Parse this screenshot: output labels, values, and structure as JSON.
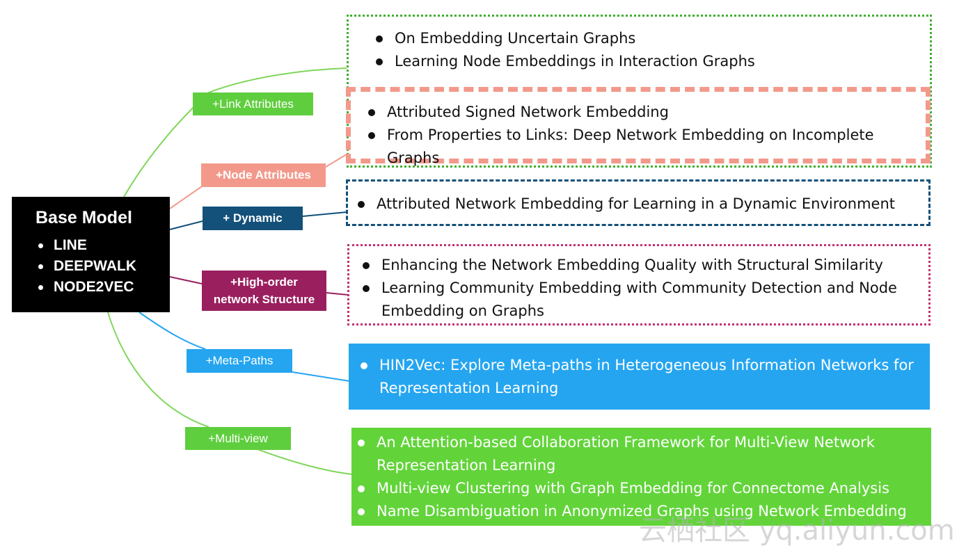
{
  "base_model": {
    "title": "Base Model",
    "items": [
      "LINE",
      "DEEPWALK",
      "NODE2VEC"
    ]
  },
  "tags": {
    "link_attributes": "+Link Attributes",
    "node_attributes": "+Node Attributes",
    "dynamic": "+ Dynamic",
    "high_order_line1": "+High-order",
    "high_order_line2": "network Structure",
    "meta_paths": "+Meta-Paths",
    "multi_view": "+Multi-view"
  },
  "boxes": {
    "link_attributes": [
      "On Embedding Uncertain Graphs",
      "Learning Node Embeddings in Interaction Graphs"
    ],
    "node_attributes": [
      "Attributed Signed Network Embedding",
      "From Properties to Links: Deep Network Embedding on Incomplete Graphs"
    ],
    "dynamic": [
      "Attributed Network Embedding for Learning in a Dynamic Environment"
    ],
    "high_order": [
      "Enhancing the Network Embedding Quality with Structural Similarity",
      "Learning Community Embedding with Community Detection and Node Embedding on Graphs"
    ],
    "meta_paths": [
      "HIN2Vec: Explore Meta-paths in Heterogeneous Information Networks for Representation Learning"
    ],
    "multi_view": [
      "An Attention-based Collaboration Framework for Multi-View Network Representation Learning",
      "Multi-view Clustering with Graph Embedding for Connectome Analysis",
      "Name Disambiguation in Anonymized Graphs using Network Embedding"
    ]
  },
  "watermark": "云栖社区 yq.aliyun.com",
  "colors": {
    "green": "#5fce3e",
    "salmon": "#f2998b",
    "navy": "#13507a",
    "magenta": "#9a1f5e",
    "blue": "#25a5f0"
  }
}
